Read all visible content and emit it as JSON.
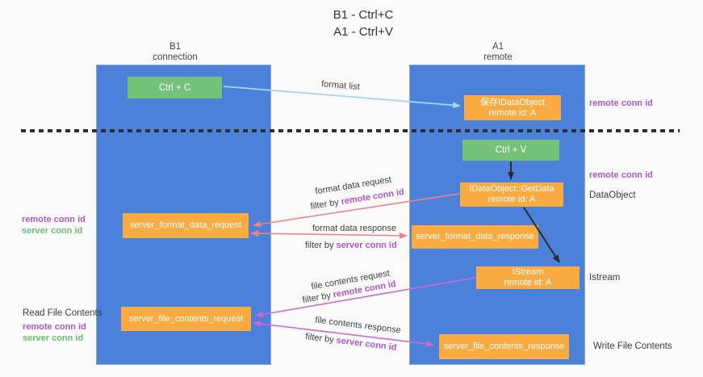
{
  "title": {
    "line1": "B1 - Ctrl+C",
    "line2": "A1 - Ctrl+V"
  },
  "columns": {
    "left": {
      "header_line1": "B1",
      "header_line2": "connection"
    },
    "right": {
      "header_line1": "A1",
      "header_line2": "remote"
    }
  },
  "nodes": {
    "ctrl_c": {
      "label": "Ctrl + C"
    },
    "ctrl_v": {
      "label": "Ctrl + V"
    },
    "saved": {
      "line1": "保存IDataObject",
      "line2": "remote id: A"
    },
    "getdata": {
      "line1": "IDataObject::GetData",
      "line2": "remote id: A"
    },
    "istream": {
      "line1": "IStream",
      "line2": "remote id: A"
    },
    "format_req": {
      "label": "server_format_data_request"
    },
    "format_resp": {
      "label": "server_format_data_response"
    },
    "file_req": {
      "label": "server_file_contents_request"
    },
    "file_resp": {
      "label": "server_file_contents_response"
    }
  },
  "side_labels": {
    "right_remote_conn_top": "remote conn id",
    "right_remote_conn_mid": "remote conn id",
    "dataobject": "DataObject",
    "istream": "Istream",
    "write_file": "Write File Contents",
    "left_remote_conn_1": "remote conn id",
    "left_server_conn_1": "server conn id",
    "read_file": "Read File Contents",
    "left_remote_conn_2": "remote conn id",
    "left_server_conn_2": "server conn id"
  },
  "arrow_labels": {
    "format_list": "format list",
    "format_data_request": "format data request",
    "filter_remote_1": {
      "plain": "filter by ",
      "highlight": "remote conn id"
    },
    "format_data_response": "format data response",
    "filter_server_1": {
      "plain": "filter by ",
      "highlight": "server conn id"
    },
    "file_contents_request": "file contents request",
    "filter_remote_2": {
      "plain": "filter by ",
      "highlight": "remote conn id"
    },
    "file_contents_response": "file contents response",
    "filter_server_2": {
      "plain": "filter by ",
      "highlight": "server conn id"
    }
  },
  "colors": {
    "column_blue": "#4b81d8",
    "box_green": "#74c179",
    "box_orange": "#f9ab42",
    "label_purple": "#ab57c8",
    "label_green": "#67bd6c",
    "arrow_lightblue": "#a9d3f2",
    "arrow_red": "#ee8484",
    "arrow_magenta": "#cf6ad0",
    "arrow_black": "#2b2b2b",
    "text_dark": "#3d3d3d",
    "background": "#fafafa"
  }
}
